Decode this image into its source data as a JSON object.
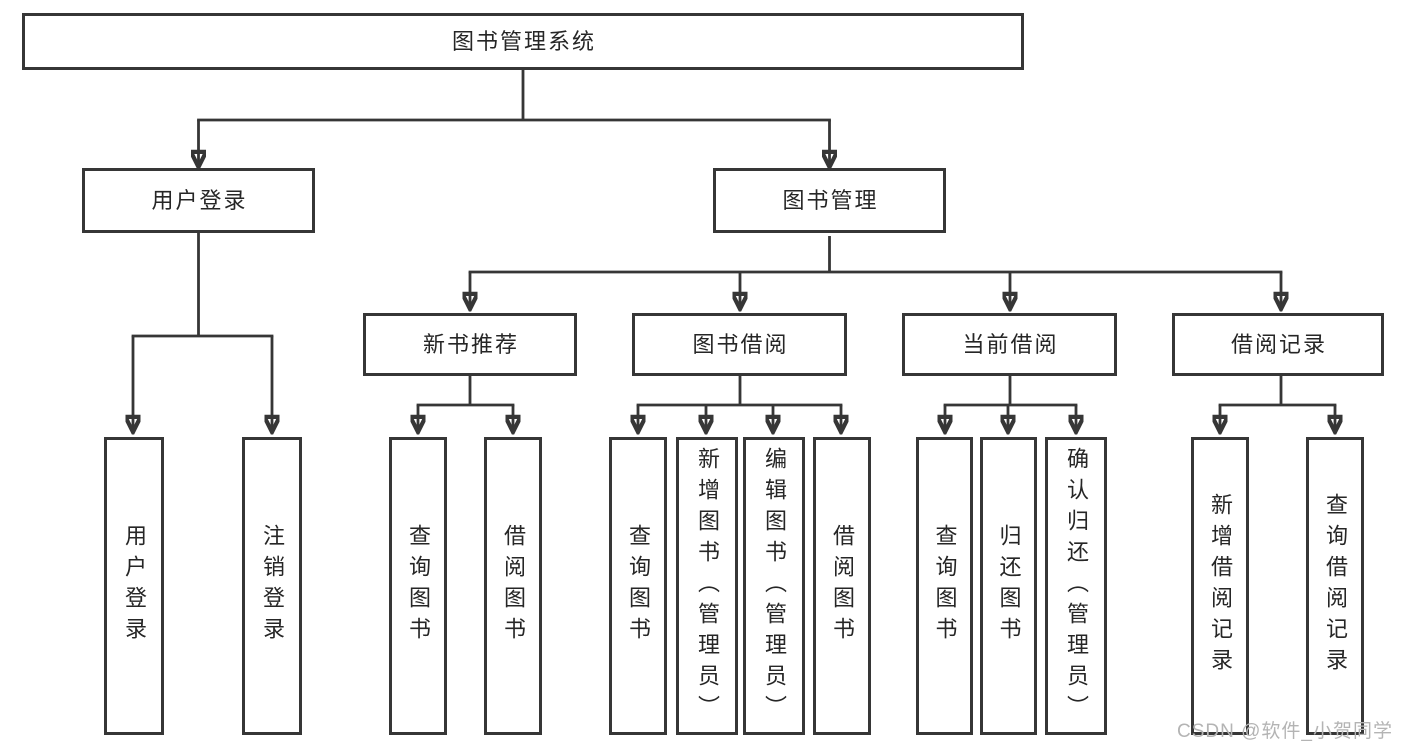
{
  "diagram": {
    "type": "tree-diagram",
    "title": "图书管理系统",
    "tree": {
      "label": "图书管理系统",
      "children": [
        {
          "label": "用户登录",
          "children": [
            {
              "label": "用户登录"
            },
            {
              "label": "注销登录"
            }
          ]
        },
        {
          "label": "图书管理",
          "children": [
            {
              "label": "新书推荐",
              "children": [
                {
                  "label": "查询图书"
                },
                {
                  "label": "借阅图书"
                }
              ]
            },
            {
              "label": "图书借阅",
              "children": [
                {
                  "label": "查询图书"
                },
                {
                  "label": "新增图书（管理员）"
                },
                {
                  "label": "编辑图书（管理员）"
                },
                {
                  "label": "借阅图书"
                }
              ]
            },
            {
              "label": "当前借阅",
              "children": [
                {
                  "label": "查询图书"
                },
                {
                  "label": "归还图书"
                },
                {
                  "label": "确认归还（管理员）"
                }
              ]
            },
            {
              "label": "借阅记录",
              "children": [
                {
                  "label": "新增借阅记录"
                },
                {
                  "label": "查询借阅记录"
                }
              ]
            }
          ]
        }
      ]
    },
    "style": {
      "line_color": "#363636",
      "text_color": "#262626",
      "background": "#ffffff",
      "watermark_color": "#b4b4b4"
    },
    "watermark": {
      "text": "CSDN @软件_小贺同学"
    }
  }
}
